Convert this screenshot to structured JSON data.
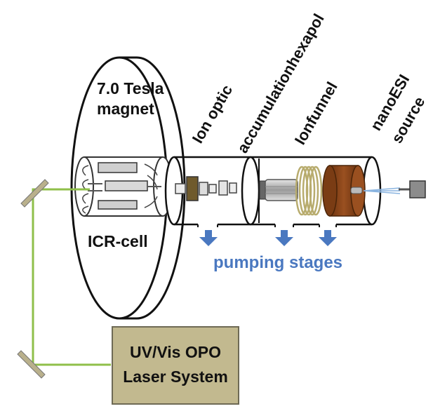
{
  "labels": {
    "magnet_line1": "7.0 Tesla",
    "magnet_line2": "magnet",
    "icr_cell": "ICR-cell",
    "ion_optic": "Ion optic",
    "accumulation_hexapol": "accumulationhexapol",
    "ionfunnel": "Ionfunnel",
    "nanoesi_line1": "nanoESI",
    "nanoesi_line2": "source",
    "pumping_stages": "pumping stages",
    "laser_line1": "UV/Vis OPO",
    "laser_line2": "Laser System"
  },
  "colors": {
    "laser_beam": "#8fbf4a",
    "pumping_arrow": "#4a78c0",
    "pumping_text": "#4a78c0",
    "laser_box_fill": "#c2b98f",
    "laser_box_border": "#6e6a55",
    "ion_funnel_body": "#8a4418",
    "ion_funnel_rings": "#b8ac6e",
    "mirror": "#b9b08c"
  },
  "icons": {
    "pumping_arrows": [
      "down-arrow-icon",
      "down-arrow-icon",
      "down-arrow-icon"
    ],
    "mirrors": [
      "mirror-icon",
      "mirror-icon"
    ]
  }
}
